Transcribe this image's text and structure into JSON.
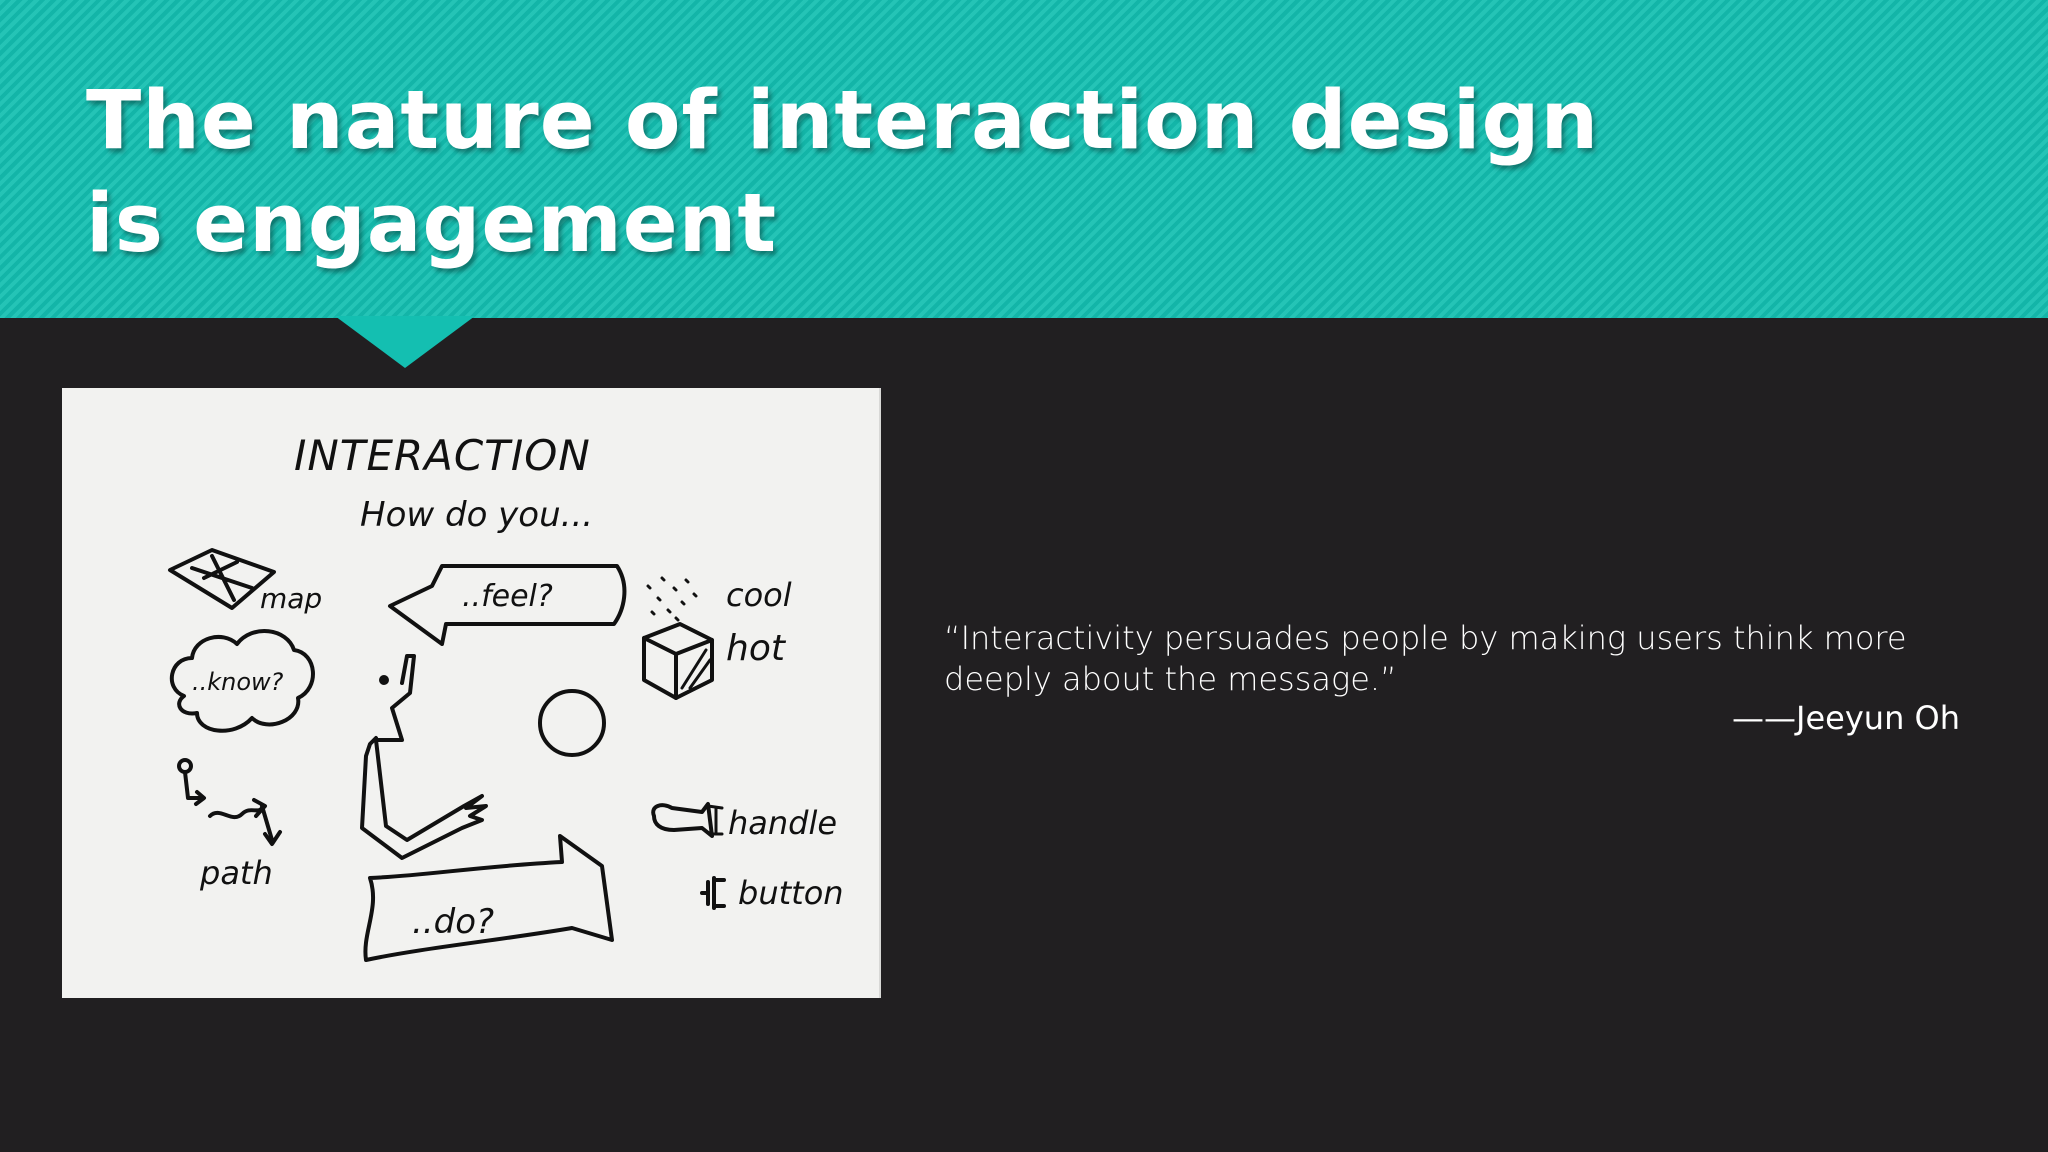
{
  "slide": {
    "title": "The nature of interaction design is engagement",
    "quote": "“Interactivity persuades people by making users think more deeply about the message.”",
    "attribution": "——Jeeyun Oh"
  },
  "sketch": {
    "heading": "INTERACTION",
    "subheading": "How do you...",
    "labels": {
      "map": "map",
      "know": "..know?",
      "path": "path",
      "feel": "..feel?",
      "do": "..do?",
      "cool": "cool",
      "hot": "hot",
      "handle": "handle",
      "button": "button"
    }
  },
  "colors": {
    "header": "#14bfb1",
    "background": "#211f21",
    "text": "#ffffff",
    "sketch_paper": "#f2f2f0",
    "ink": "#111111"
  }
}
